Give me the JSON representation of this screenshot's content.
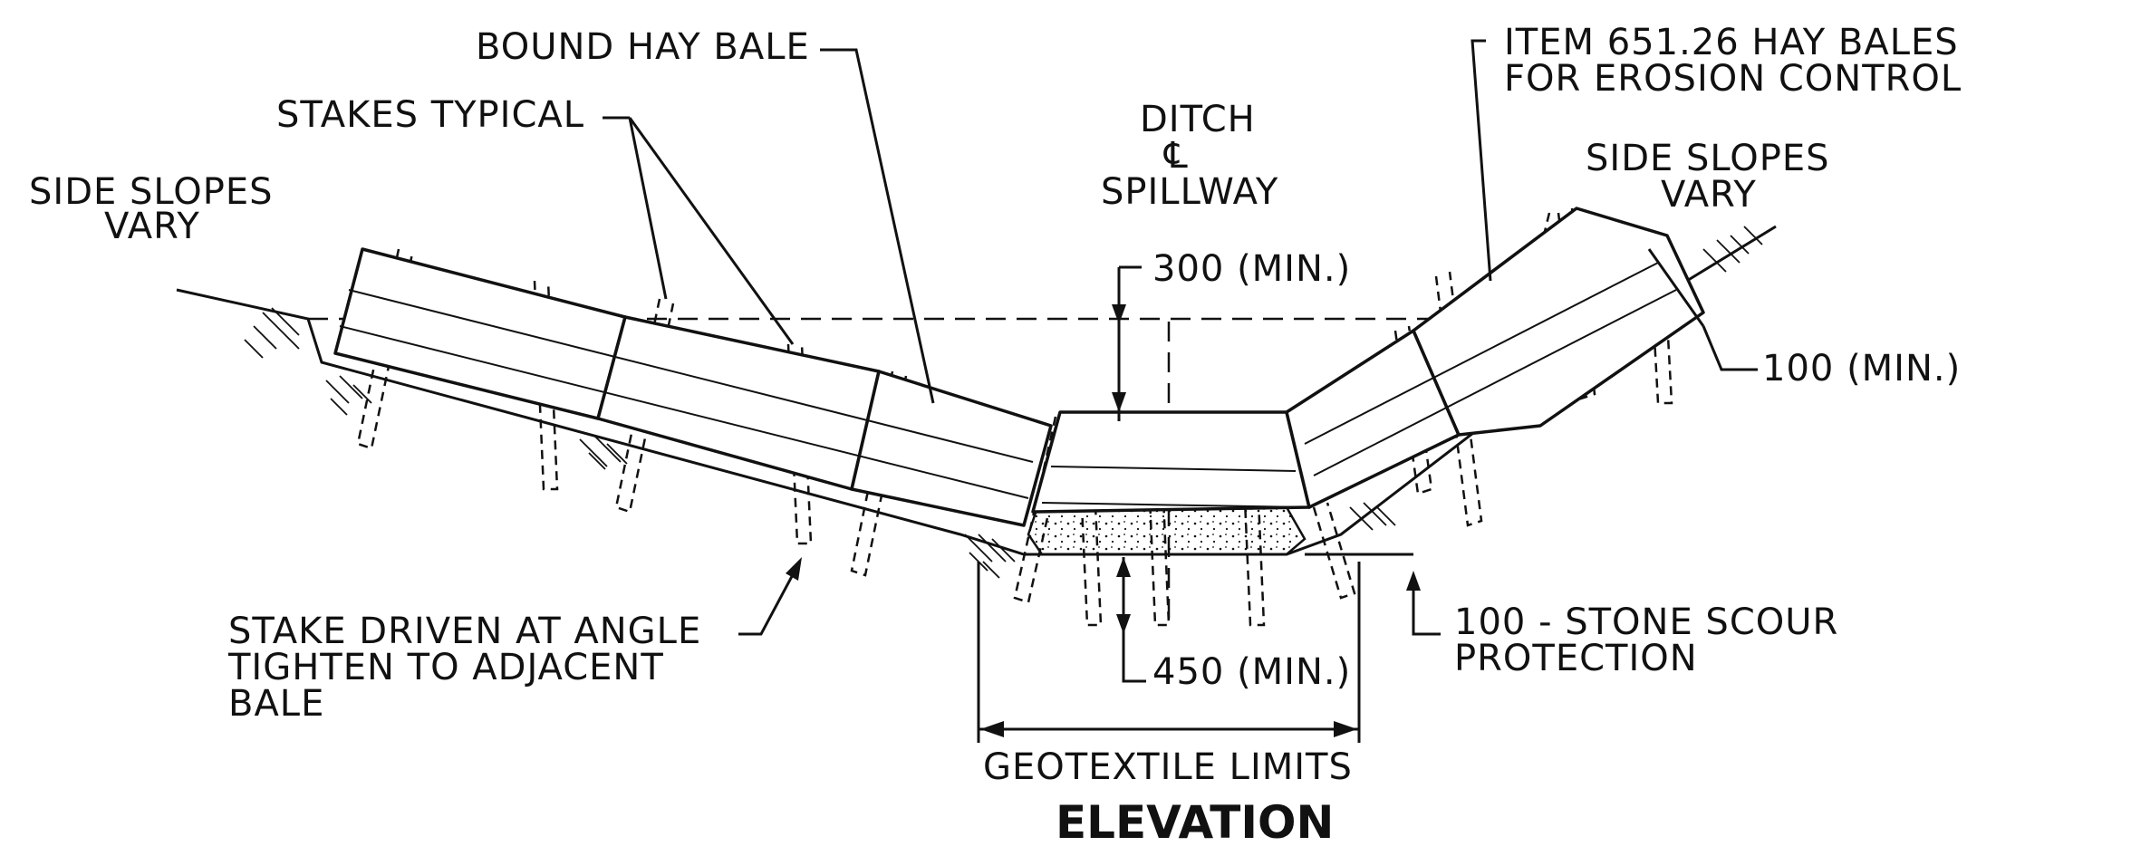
{
  "labels": {
    "bound_hay_bale": "BOUND HAY BALE",
    "stakes_typical": "STAKES TYPICAL",
    "side_slopes_left_1": "SIDE SLOPES",
    "side_slopes_left_2": "VARY",
    "ditch_1": "DITCH",
    "ditch_cl": "℄",
    "ditch_2": "SPILLWAY",
    "item_1": "ITEM 651.26 HAY BALES",
    "item_2": "FOR EROSION CONTROL",
    "side_slopes_right_1": "SIDE SLOPES",
    "side_slopes_right_2": "VARY",
    "dim_300": "300 (MIN.)",
    "dim_100": "100 (MIN.)",
    "stake_note_1": "STAKE DRIVEN AT ANGLE",
    "stake_note_2": "TIGHTEN TO ADJACENT",
    "stake_note_3": "BALE",
    "dim_450": "450 (MIN.)",
    "stone_1": "100 - STONE SCOUR",
    "stone_2": "PROTECTION",
    "geotextile": "GEOTEXTILE LIMITS",
    "title": "ELEVATION"
  }
}
